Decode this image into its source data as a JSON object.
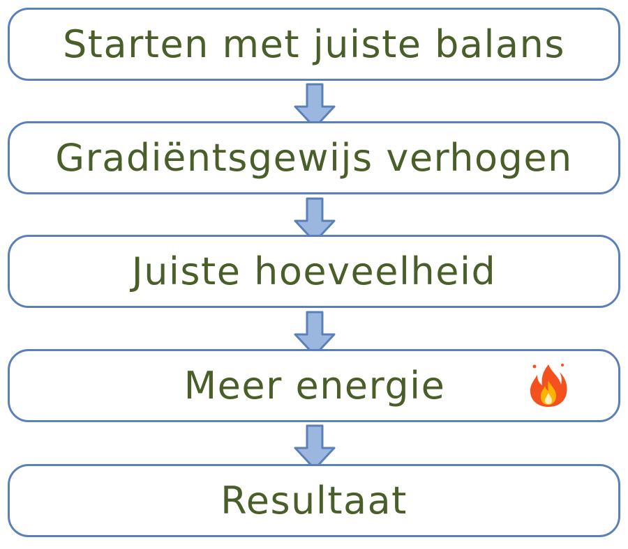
{
  "steps": [
    {
      "label": "Starten met juiste balans"
    },
    {
      "label": "Gradiëntsgewijs verhogen"
    },
    {
      "label": "Juiste hoeveelheid"
    },
    {
      "label": "Meer energie",
      "icon": "fire-icon"
    },
    {
      "label": "Resultaat"
    }
  ],
  "colors": {
    "box_border": "#5b7fb8",
    "text": "#4a5e2a",
    "arrow_fill": "#9bb7e0",
    "arrow_stroke": "#5b7fb8",
    "fire_outer": "#f4511e",
    "fire_inner": "#ffb300"
  }
}
